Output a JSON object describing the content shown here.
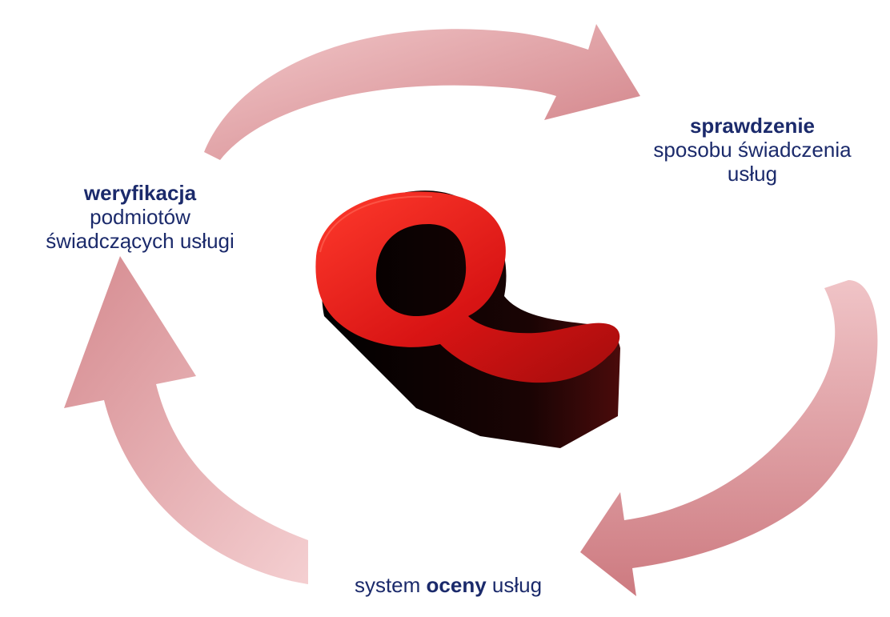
{
  "labels": {
    "left": {
      "bold": "weryfikacja",
      "line2": "podmiotów",
      "line3": "świadczących usługi"
    },
    "right": {
      "bold": "sprawdzenie",
      "line2": "sposobu świadczenia",
      "line3": "usług"
    },
    "bottom": {
      "before": "system",
      "bold": "oceny",
      "after": "usług"
    }
  },
  "center_symbol": {
    "name": "q-letter-3d",
    "letter": "Q"
  },
  "colors": {
    "arrow_light": "#f3c9cb",
    "arrow_dark": "#cf7f84",
    "text": "#1b2a6b",
    "q_red": "#e01a1a",
    "q_dark": "#0a0a0a"
  }
}
